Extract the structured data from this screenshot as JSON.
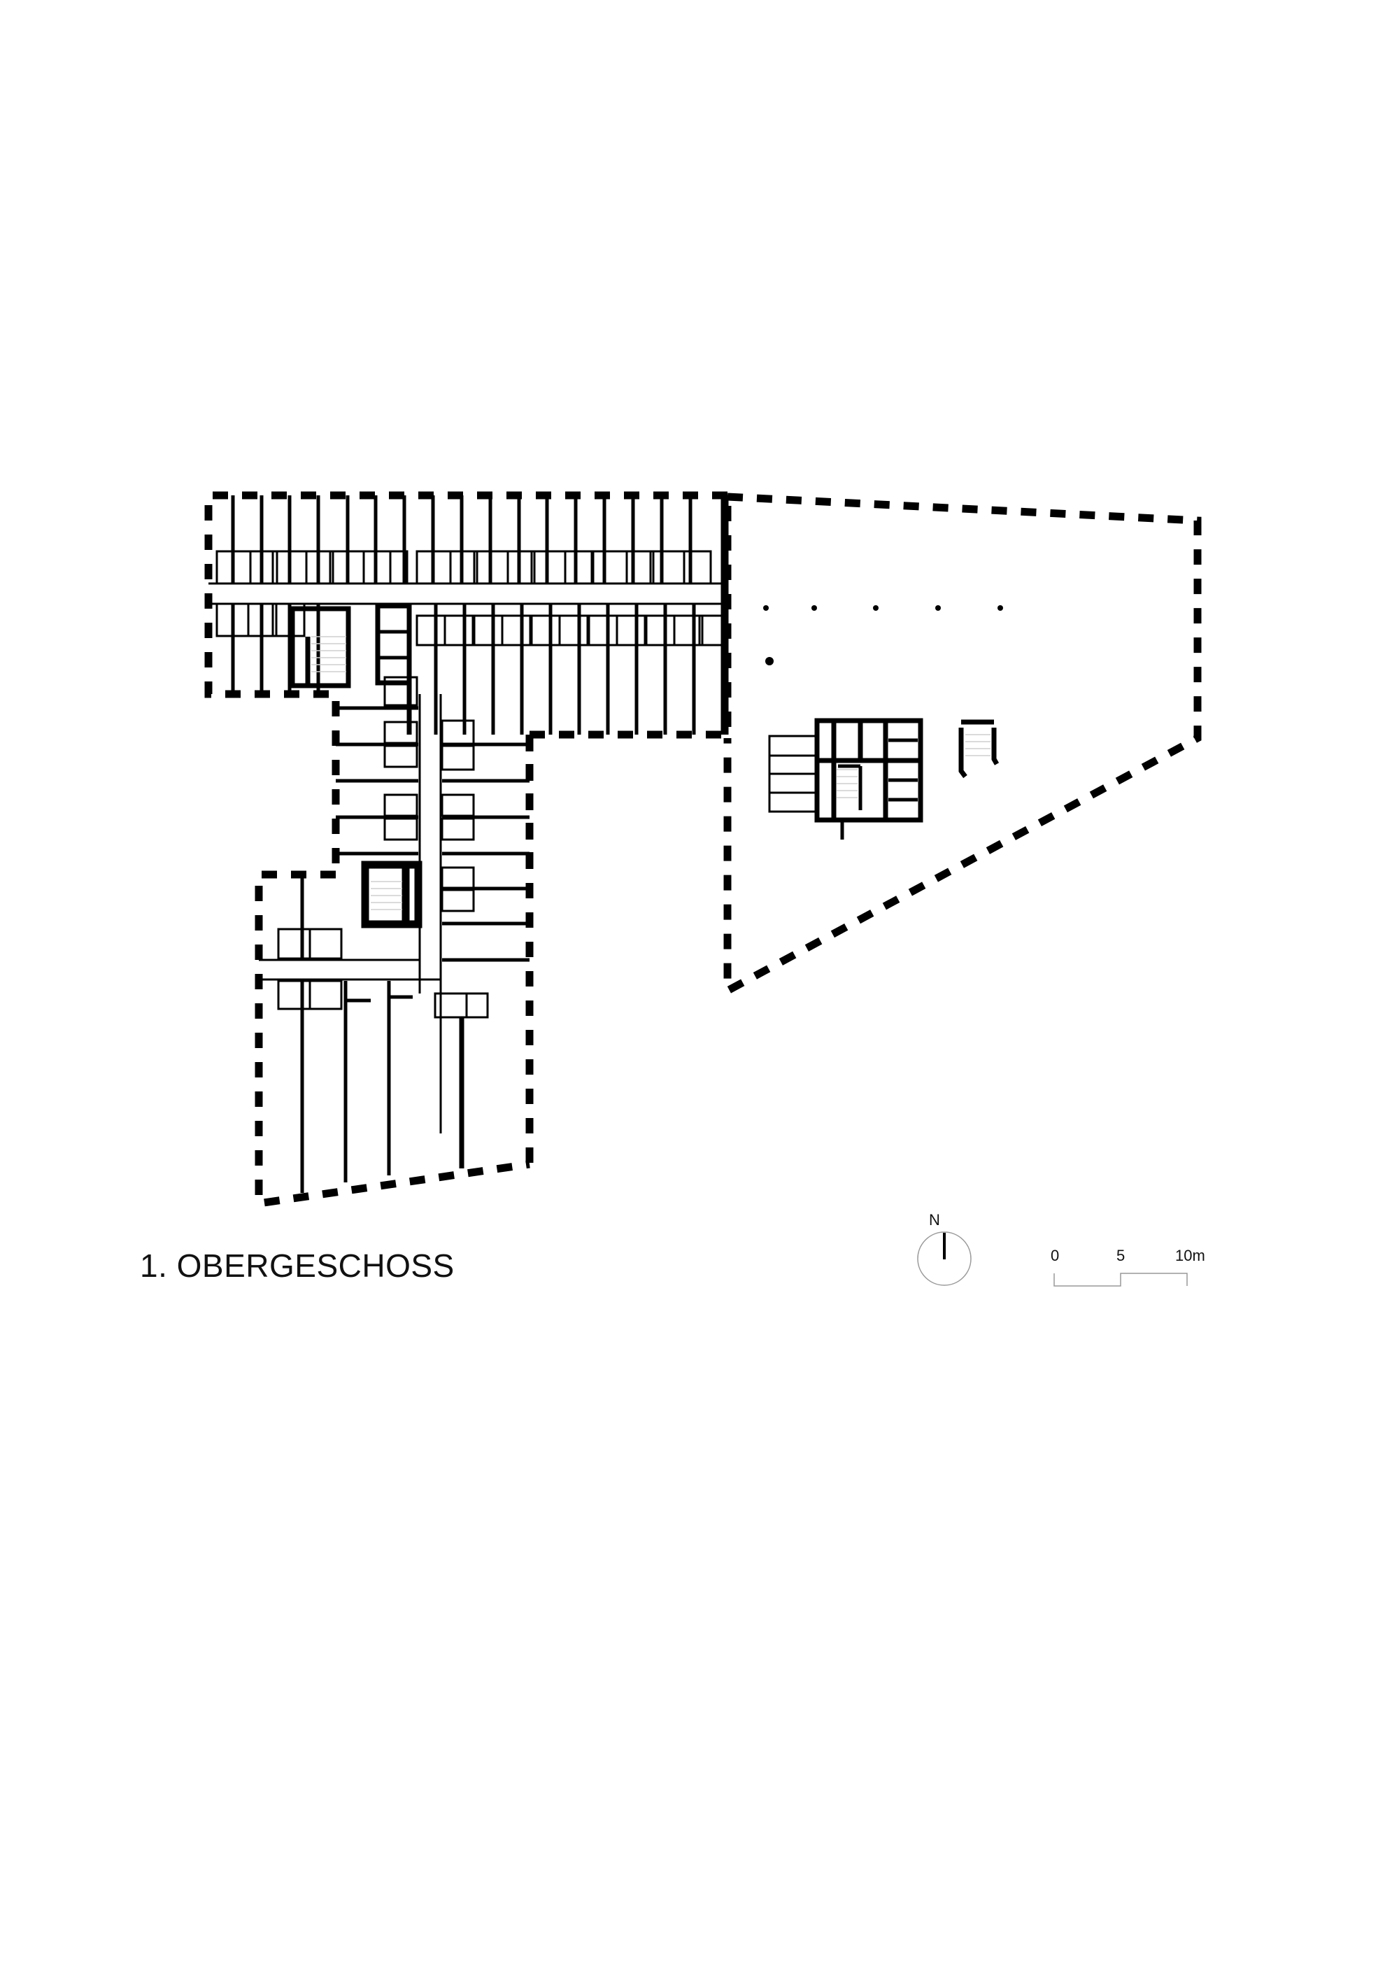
{
  "drawing": {
    "title": "1. OBERGESCHOSS",
    "type": "architectural floor plan",
    "north_arrow": {
      "label": "N"
    },
    "scale_bar": {
      "labels": [
        "0",
        "5",
        "10m"
      ],
      "units": "m"
    }
  },
  "colors": {
    "ink": "#000000",
    "background": "#ffffff",
    "secondary_line": "#999999"
  }
}
